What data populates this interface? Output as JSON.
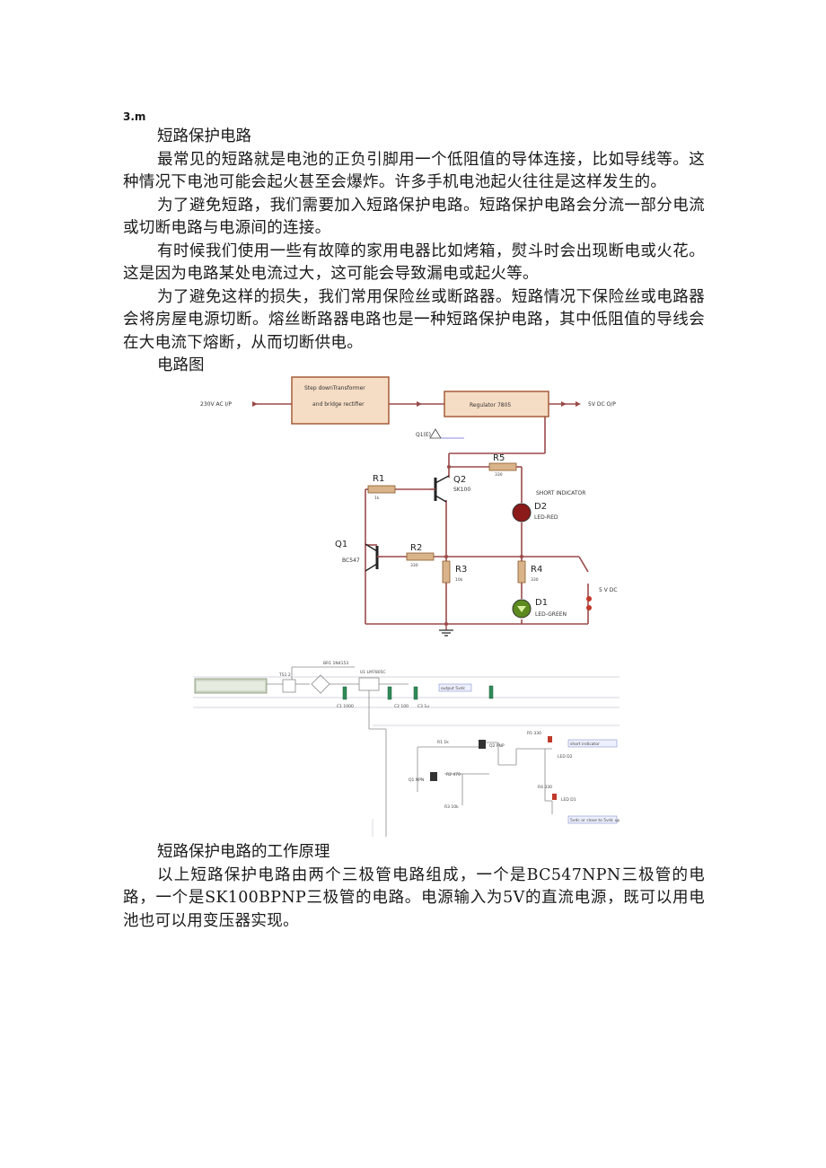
{
  "page": {
    "marker": "3.m"
  },
  "section1": {
    "heading": "短路保护电路",
    "paragraphs": [
      "最常见的短路就是电池的正负引脚用一个低阻值的导体连接，比如导线等。这种情况下电池可能会起火甚至会爆炸。许多手机电池起火往往是这样发生的。",
      "为了避免短路，我们需要加入短路保护电路。短路保护电路会分流一部分电流或切断电路与电源间的连接。",
      "有时候我们使用一些有故障的家用电器比如烤箱，熨斗时会出现断电或火花。这是因为电路某处电流过大，这可能会导致漏电或起火等。",
      "为了避免这样的损失，我们常用保险丝或断路器。短路情况下保险丝或电路器会将房屋电源切断。熔丝断路器电路也是一种短路保护电路，其中低阻值的导线会在大电流下熔断，从而切断供电。"
    ],
    "figure_caption": "电路图"
  },
  "schematic": {
    "input_label": "230V AC I/P",
    "transformer_line1": "Step downTransformer",
    "transformer_line2": "and bridge rectifier",
    "regulator_label": "Regulator  7805",
    "output_label": "5V DC O/P",
    "q1e_label": "Q1(E)",
    "q2_label": "Q2",
    "q2_part": "SK100",
    "r5_label": "R5",
    "r5_value": "330",
    "short_indicator": "SHORT INDICATOR",
    "d2_label": "D2",
    "d2_part": "LED-RED",
    "r1_label": "R1",
    "r1_value": "1k",
    "q1_label": "Q1",
    "q1_part": "BC547",
    "r2_label": "R2",
    "r2_value": "330",
    "r3_label": "R3",
    "r3_value": "10k",
    "r4_label": "R4",
    "r4_value": "330",
    "d1_label": "D1",
    "d1_part": "LED-GREEN",
    "supply_label": "5 V DC",
    "colors": {
      "wire": "#9b4a4a",
      "block_fill": "#f5dcc4",
      "block_stroke": "#a0522d",
      "resistor": "#d9b48a",
      "led_red": "#8b1a1a",
      "led_green": "#5c8a1e"
    }
  },
  "breadboard": {
    "labels": {
      "ts": "TS1 2",
      "bridge": "BR1 1N4153",
      "regulator": "U1 LM7805C",
      "c1": "C1 1000",
      "c2": "C2 100",
      "c3": "C3 1u",
      "output": "output 5vdc",
      "r1": "R1 1k",
      "q2": "Q2 PNP",
      "r5": "R5 330",
      "short_indicator": "short indicator",
      "led2": "LED D2",
      "q1": "Q1 NPN",
      "r2": "R2 470",
      "r4": "R4 330",
      "r3": "R3 10k",
      "led1": "LED D1",
      "switch_note": "5vdc or close to 5vdc up"
    }
  },
  "section2": {
    "heading": "短路保护电路的工作原理",
    "paragraphs": [
      "以上短路保护电路由两个三极管电路组成，一个是BC547NPN三极管的电路，一个是SK100BPNP三极管的电路。电源输入为5V的直流电源，既可以用电池也可以用变压器实现。"
    ]
  }
}
